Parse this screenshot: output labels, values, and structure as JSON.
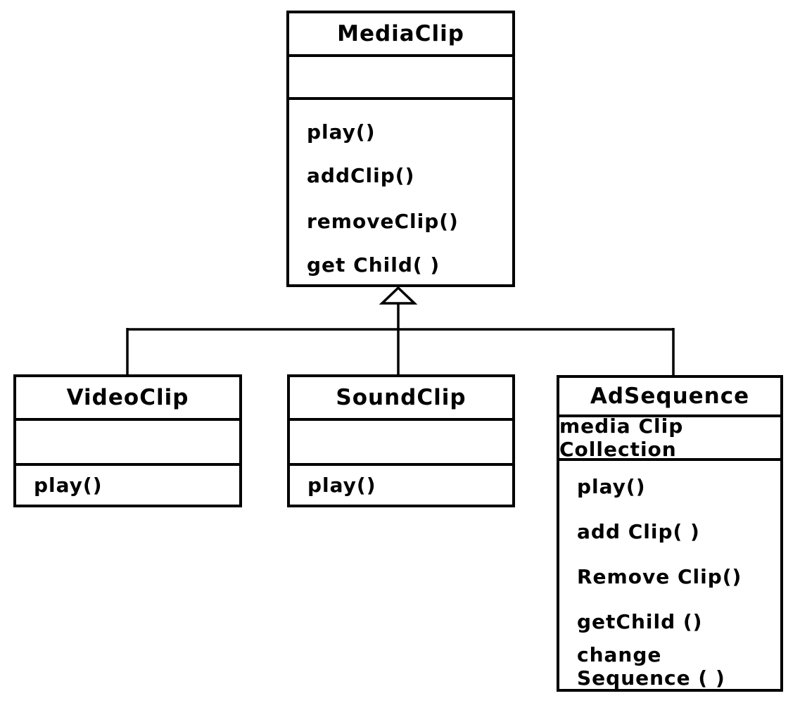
{
  "diagram": {
    "kind": "uml-class-diagram",
    "classes": {
      "mediaclip": {
        "name": "MediaClip",
        "attributes": [],
        "methods": [
          "play()",
          "addClip()",
          "removeClip()",
          "get Child( )"
        ]
      },
      "videoclip": {
        "name": "VideoClip",
        "attributes": [],
        "methods": [
          "play()"
        ]
      },
      "soundclip": {
        "name": "SoundClip",
        "attributes": [],
        "methods": [
          "play()"
        ]
      },
      "adsequence": {
        "name": "AdSequence",
        "attributes": [
          "media Clip Collection"
        ],
        "methods": [
          "play()",
          "add Clip( )",
          "Remove Clip()",
          "getChild ()",
          "change Sequence ( )"
        ]
      }
    },
    "relationships": [
      {
        "type": "inheritance",
        "from": "VideoClip",
        "to": "MediaClip"
      },
      {
        "type": "inheritance",
        "from": "SoundClip",
        "to": "MediaClip"
      },
      {
        "type": "inheritance",
        "from": "AdSequence",
        "to": "MediaClip"
      }
    ],
    "colors": {
      "stroke": "#000000",
      "background": "#ffffff"
    }
  }
}
